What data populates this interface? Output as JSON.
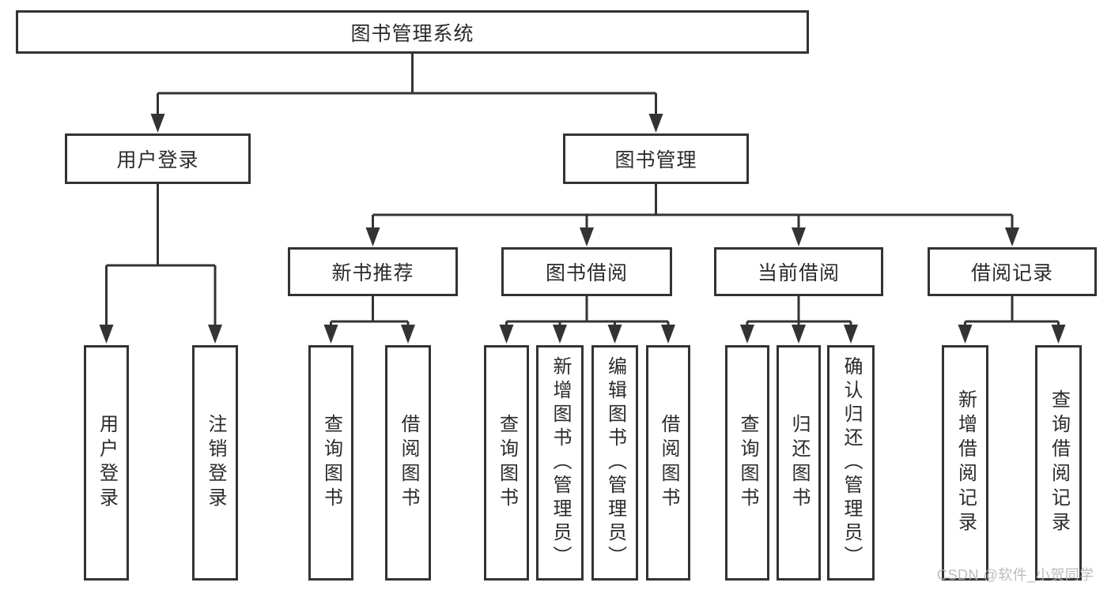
{
  "tree": {
    "root": {
      "label": "图书管理系统"
    },
    "branches": [
      {
        "label": "用户登录",
        "leaves": [
          {
            "label": "用户登录"
          },
          {
            "label": "注销登录"
          }
        ]
      },
      {
        "label": "图书管理",
        "groups": [
          {
            "label": "新书推荐",
            "leaves": [
              {
                "label": "查询图书"
              },
              {
                "label": "借阅图书"
              }
            ]
          },
          {
            "label": "图书借阅",
            "leaves": [
              {
                "label": "查询图书"
              },
              {
                "label": "新增图书（管理员）"
              },
              {
                "label": "编辑图书（管理员）"
              },
              {
                "label": "借阅图书"
              }
            ]
          },
          {
            "label": "当前借阅",
            "leaves": [
              {
                "label": "查询图书"
              },
              {
                "label": "归还图书"
              },
              {
                "label": "确认归还（管理员）"
              }
            ]
          },
          {
            "label": "借阅记录",
            "leaves": [
              {
                "label": "新增借阅记录"
              },
              {
                "label": "查询借阅记录"
              }
            ]
          }
        ]
      }
    ]
  },
  "watermark": {
    "text": "CSDN @软件_小贺同学"
  },
  "colors": {
    "line": "#333333",
    "box_border": "#333333",
    "text": "#2b2b2b",
    "watermark": "#b5b5b5",
    "background": "#ffffff"
  }
}
